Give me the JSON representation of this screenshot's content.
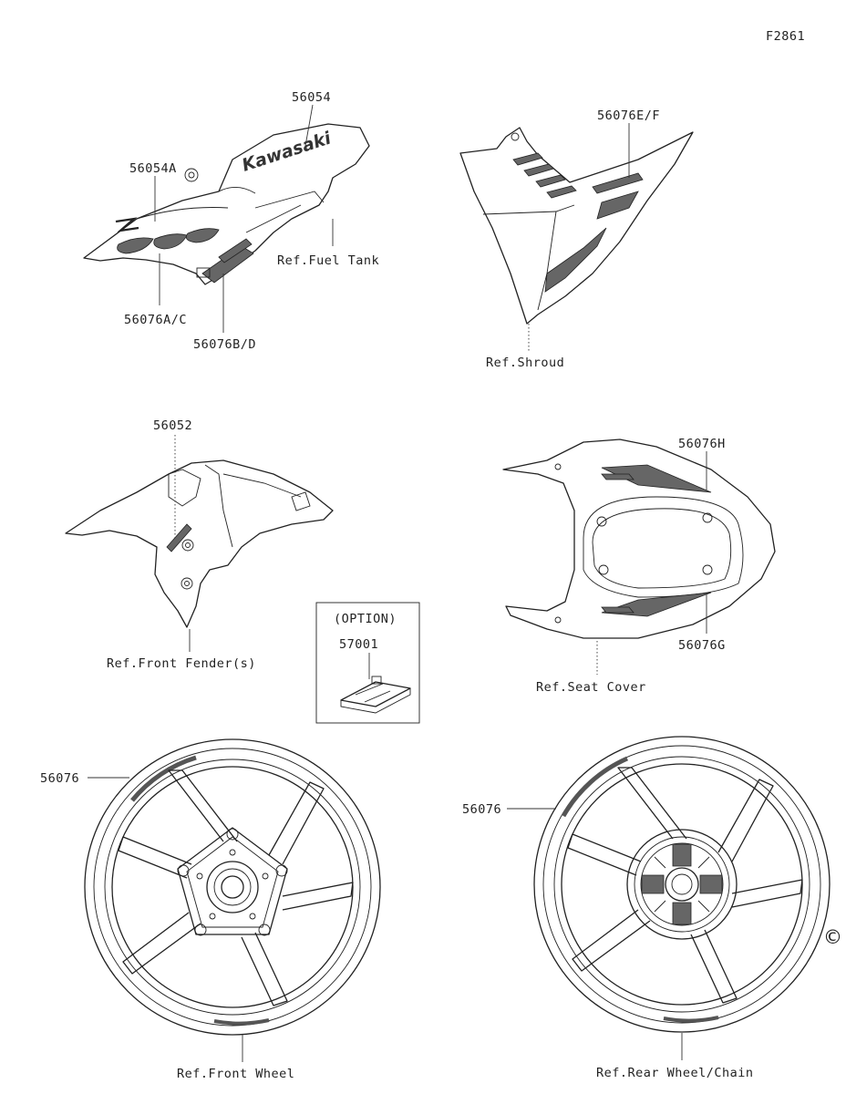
{
  "figure_code": "F2861",
  "copyright_symbol": "©",
  "brand_text": "Kawasaki",
  "labels": {
    "p56054": "56054",
    "p56054A": "56054A",
    "p56076AC": "56076A/C",
    "p56076BD": "56076B/D",
    "ref_fuel_tank": "Ref.Fuel Tank",
    "p56076EF": "56076E/F",
    "ref_shroud": "Ref.Shroud",
    "p56052": "56052",
    "ref_front_fender": "Ref.Front Fender(s)",
    "option": "(OPTION)",
    "p57001": "57001",
    "p56076H": "56076H",
    "p56076G": "56076G",
    "ref_seat_cover": "Ref.Seat Cover",
    "p56076_front": "56076",
    "p56076_rear": "56076",
    "ref_front_wheel": "Ref.Front Wheel",
    "ref_rear_wheel": "Ref.Rear Wheel/Chain"
  }
}
